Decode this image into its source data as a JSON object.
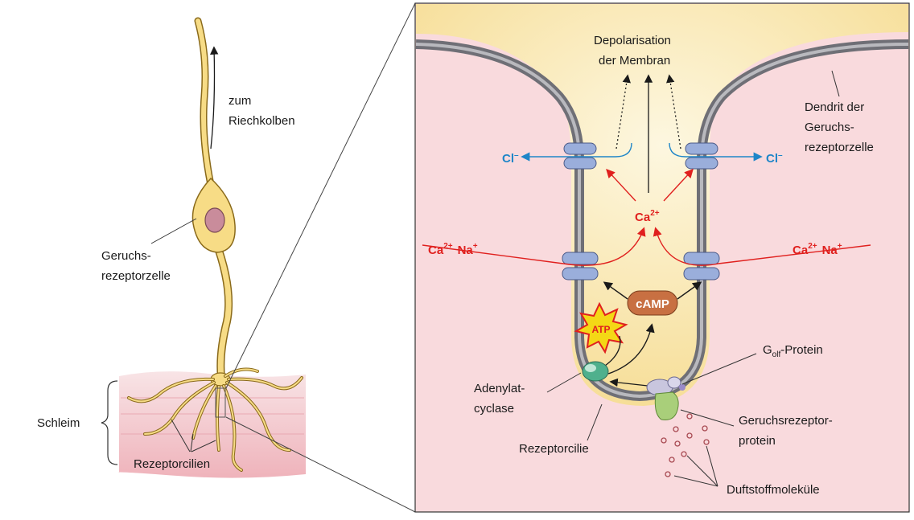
{
  "colors": {
    "cell_fill": "#f7dc86",
    "cell_stroke": "#8a6a1a",
    "mucus": "#f2c4c9",
    "panel_bg": "#f9dadd",
    "cytoplasm": "#fbeec4",
    "membrane_dark": "#6f6f76",
    "channel": "#9aaedb",
    "ca_red": "#e0201e",
    "cl_blue": "#1f86c8",
    "camp_fill": "#c87042",
    "atp_fill": "#f4d816",
    "adenylat_fill": "#4fb08d",
    "receptor_fill": "#a9cf7a"
  },
  "labels": {
    "zum": "zum",
    "riechkolben": "Riechkolben",
    "geruchs": "Geruchs-",
    "rezeptorzelle": "rezeptorzelle",
    "schleim": "Schleim",
    "rezeptorcilien": "Rezeptorcilien",
    "depol_1": "Depolarisation",
    "depol_2": "der Membran",
    "dendrit_1": "Dendrit der",
    "dendrit_2": "Geruchs-",
    "dendrit_3": "rezeptorzelle",
    "cl": "Cl",
    "cl_sup": "–",
    "ca": "Ca",
    "ca_sup": "2+",
    "na": "Na",
    "na_sup": "+",
    "camp": "cAMP",
    "atp": "ATP",
    "golf_g": "G",
    "golf_sub": "olf",
    "golf_rest": "-Protein",
    "adenylat_1": "Adenylat-",
    "adenylat_2": "cyclase",
    "rezeptorcilie": "Rezeptorcilie",
    "grp_1": "Geruchsrezeptor-",
    "grp_2": "protein",
    "duft": "Duftstoffmoleküle"
  }
}
